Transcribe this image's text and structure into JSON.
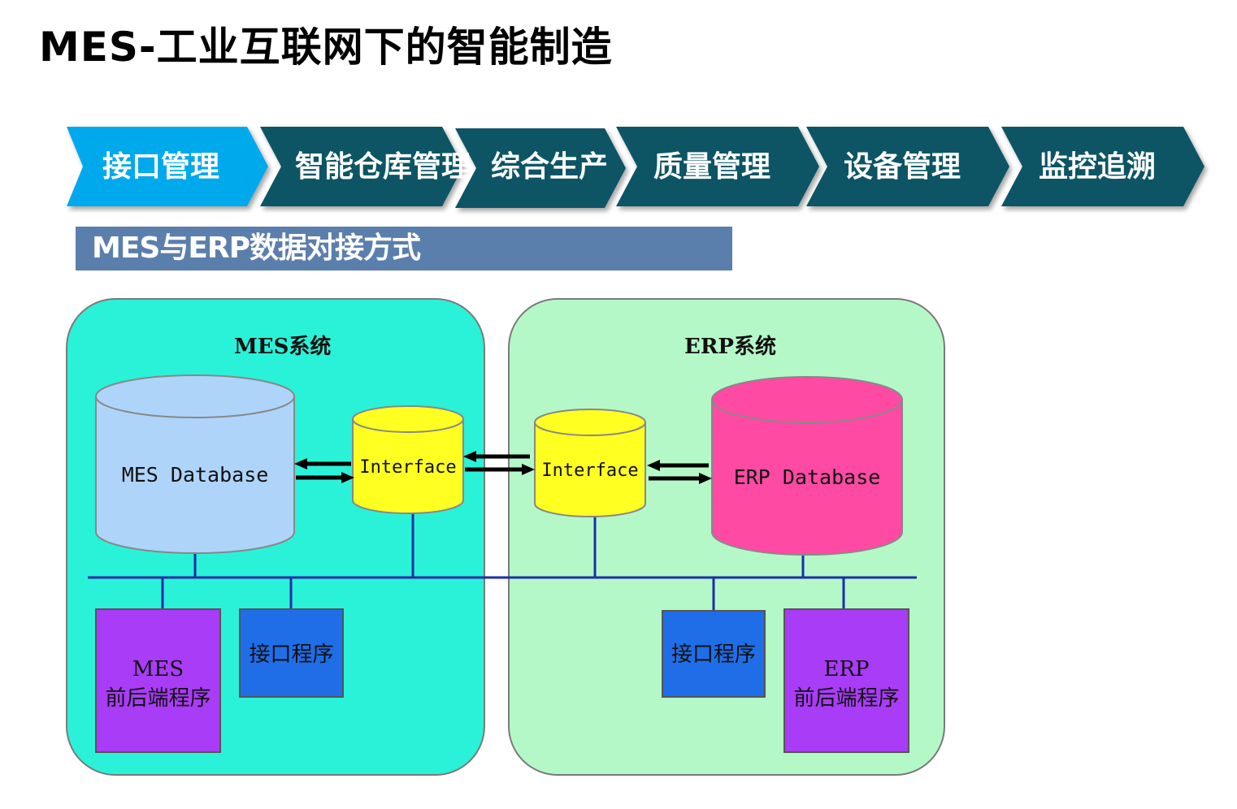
{
  "page": {
    "title": "MES-工业互联网下的智能制造"
  },
  "steps": [
    {
      "label": "接口管理",
      "active": true
    },
    {
      "label": "智能仓库管理",
      "active": false
    },
    {
      "label": "综合生产",
      "active": false
    },
    {
      "label": "质量管理",
      "active": false
    },
    {
      "label": "设备管理",
      "active": false
    },
    {
      "label": "监控追溯",
      "active": false
    }
  ],
  "colors": {
    "step_active": "#00a9ec",
    "step_inactive": "#0e5465",
    "section_bar": "#5b7fad",
    "mes_panel": "#2af2d8",
    "erp_panel": "#b5f8c8",
    "mes_db": "#aed4fa",
    "erp_db": "#ff4aa4",
    "interface": "#ffff22",
    "interface_program": "#1f6ee8",
    "frontend_program": "#a93cf6",
    "bus": "#1b2fa6"
  },
  "section": {
    "title": "MES与ERP数据对接方式"
  },
  "diagram": {
    "mes_system": {
      "title": "MES系统",
      "database": "MES Database",
      "interface": "Interface",
      "interface_program": "接口程序",
      "frontend_line1": "MES",
      "frontend_line2": "前后端程序"
    },
    "erp_system": {
      "title": "ERP系统",
      "database": "ERP Database",
      "interface": "Interface",
      "interface_program": "接口程序",
      "frontend_line1": "ERP",
      "frontend_line2": "前后端程序"
    }
  }
}
